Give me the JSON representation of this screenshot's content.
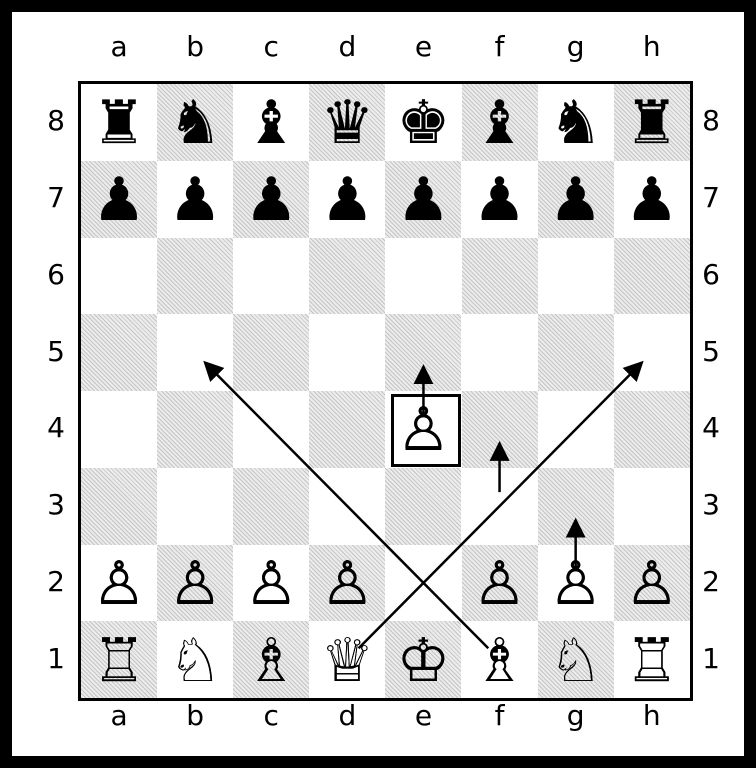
{
  "files": [
    "a",
    "b",
    "c",
    "d",
    "e",
    "f",
    "g",
    "h"
  ],
  "ranks": [
    "8",
    "7",
    "6",
    "5",
    "4",
    "3",
    "2",
    "1"
  ],
  "pieces": [
    {
      "square": "a8",
      "glyph": "♜",
      "color": "black",
      "name": "black-rook-icon"
    },
    {
      "square": "b8",
      "glyph": "♞",
      "color": "black",
      "name": "black-knight-icon"
    },
    {
      "square": "c8",
      "glyph": "♝",
      "color": "black",
      "name": "black-bishop-icon"
    },
    {
      "square": "d8",
      "glyph": "♛",
      "color": "black",
      "name": "black-queen-icon"
    },
    {
      "square": "e8",
      "glyph": "♚",
      "color": "black",
      "name": "black-king-icon"
    },
    {
      "square": "f8",
      "glyph": "♝",
      "color": "black",
      "name": "black-bishop-icon"
    },
    {
      "square": "g8",
      "glyph": "♞",
      "color": "black",
      "name": "black-knight-icon"
    },
    {
      "square": "h8",
      "glyph": "♜",
      "color": "black",
      "name": "black-rook-icon"
    },
    {
      "square": "a7",
      "glyph": "♟",
      "color": "black",
      "name": "black-pawn-icon"
    },
    {
      "square": "b7",
      "glyph": "♟",
      "color": "black",
      "name": "black-pawn-icon"
    },
    {
      "square": "c7",
      "glyph": "♟",
      "color": "black",
      "name": "black-pawn-icon"
    },
    {
      "square": "d7",
      "glyph": "♟",
      "color": "black",
      "name": "black-pawn-icon"
    },
    {
      "square": "e7",
      "glyph": "♟",
      "color": "black",
      "name": "black-pawn-icon"
    },
    {
      "square": "f7",
      "glyph": "♟",
      "color": "black",
      "name": "black-pawn-icon"
    },
    {
      "square": "g7",
      "glyph": "♟",
      "color": "black",
      "name": "black-pawn-icon"
    },
    {
      "square": "h7",
      "glyph": "♟",
      "color": "black",
      "name": "black-pawn-icon"
    },
    {
      "square": "e4",
      "glyph": "♙",
      "color": "white",
      "name": "white-pawn-icon"
    },
    {
      "square": "a2",
      "glyph": "♙",
      "color": "white",
      "name": "white-pawn-icon"
    },
    {
      "square": "b2",
      "glyph": "♙",
      "color": "white",
      "name": "white-pawn-icon"
    },
    {
      "square": "c2",
      "glyph": "♙",
      "color": "white",
      "name": "white-pawn-icon"
    },
    {
      "square": "d2",
      "glyph": "♙",
      "color": "white",
      "name": "white-pawn-icon"
    },
    {
      "square": "f2",
      "glyph": "♙",
      "color": "white",
      "name": "white-pawn-icon"
    },
    {
      "square": "g2",
      "glyph": "♙",
      "color": "white",
      "name": "white-pawn-icon"
    },
    {
      "square": "h2",
      "glyph": "♙",
      "color": "white",
      "name": "white-pawn-icon"
    },
    {
      "square": "a1",
      "glyph": "♖",
      "color": "white",
      "name": "white-rook-icon"
    },
    {
      "square": "b1",
      "glyph": "♘",
      "color": "white",
      "name": "white-knight-icon"
    },
    {
      "square": "c1",
      "glyph": "♗",
      "color": "white",
      "name": "white-bishop-icon"
    },
    {
      "square": "d1",
      "glyph": "♕",
      "color": "white",
      "name": "white-queen-icon"
    },
    {
      "square": "e1",
      "glyph": "♔",
      "color": "white",
      "name": "white-king-icon"
    },
    {
      "square": "f1",
      "glyph": "♗",
      "color": "white",
      "name": "white-bishop-icon"
    },
    {
      "square": "g1",
      "glyph": "♘",
      "color": "white",
      "name": "white-knight-icon"
    },
    {
      "square": "h1",
      "glyph": "♖",
      "color": "white",
      "name": "white-rook-icon"
    }
  ],
  "highlighted_square": "e4",
  "arrows": [
    {
      "from": "e4",
      "to": "e5"
    },
    {
      "from": "f3",
      "to": "f4"
    },
    {
      "from": "g2",
      "to": "g3"
    },
    {
      "from": "f1",
      "to": "b5"
    },
    {
      "from": "d1",
      "to": "h5"
    }
  ]
}
